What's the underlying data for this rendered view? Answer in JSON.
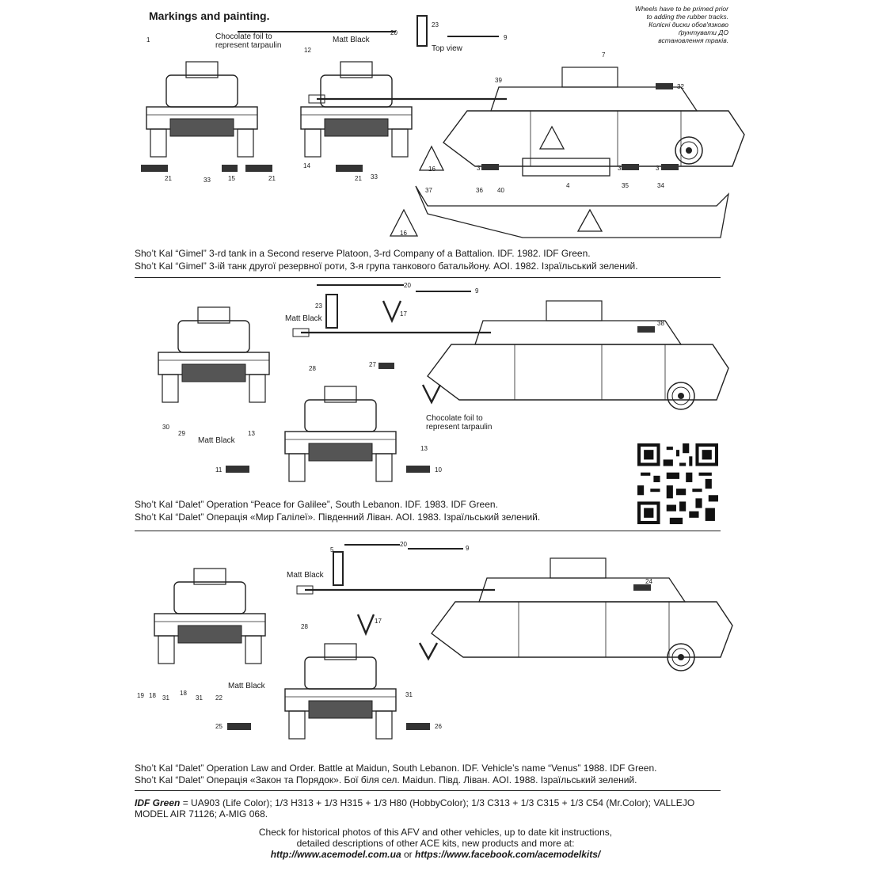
{
  "header": {
    "title": "Markings and painting.",
    "note_lines": [
      "Wheels have to be primed prior",
      "to adding the rubber tracks.",
      "Колісні диски обов'язково",
      "ґрунтувати ДО",
      "встановлення траків."
    ]
  },
  "panel1": {
    "callouts": {
      "chocolate": [
        "Chocolate foil to",
        "represent tarpaulin"
      ],
      "matt_black": "Matt Black",
      "top_view": "Top view"
    },
    "numbers": [
      "1",
      "12",
      "20",
      "23",
      "9",
      "7",
      "39",
      "32",
      "21",
      "33",
      "15",
      "21",
      "14",
      "21",
      "33",
      "16",
      "3",
      "3",
      "3",
      "40",
      "4",
      "35",
      "34",
      "37",
      "36",
      "16"
    ],
    "caption_en": "Sho’t Kal “Gimel” 3-rd tank in a Second reserve Platoon, 3-rd Company of a Battalion. IDF. 1982. IDF Green.",
    "caption_ua": "Sho’t Kal “Gimel” 3-ій танк другої резервної роти, 3-я група танкового батальйону. AOI. 1982. Ізраїльський зелений."
  },
  "panel2": {
    "callouts": {
      "matt_black_top": "Matt Black",
      "matt_black_bottom": "Matt Black",
      "chocolate": [
        "Chocolate foil to",
        "represent tarpaulin"
      ]
    },
    "numbers": [
      "20",
      "9",
      "23",
      "17",
      "38",
      "28",
      "27",
      "30",
      "29",
      "13",
      "13",
      "11",
      "10"
    ],
    "caption_en": "Sho’t Kal “Dalet” Operation “Peace for Galilee”, South Lebanon. IDF. 1983. IDF Green.",
    "caption_ua": "Sho’t Kal “Dalet” Операція «Мир Галілеї». Південний Ліван. AOI. 1983. Ізраїльський зелений."
  },
  "panel3": {
    "callouts": {
      "matt_black_top": "Matt Black",
      "matt_black_bottom": "Matt Black"
    },
    "numbers": [
      "5",
      "20",
      "9",
      "24",
      "17",
      "28",
      "19",
      "18",
      "31",
      "18",
      "31",
      "22",
      "31",
      "25",
      "26"
    ],
    "caption_en": "Sho’t Kal “Dalet” Operation Law and Order. Battle at Maidun, South Lebanon. IDF. Vehicle’s name “Venus” 1988. IDF Green.",
    "caption_ua": "Sho’t Kal “Dalet” Операція «Закон та Порядок». Бої біля сел. Maidun. Півд. Ліван. AOI. 1988. Ізраїльський зелений."
  },
  "paint": {
    "label": "IDF Green",
    "recipe": " = UA903 (Life Color); 1/3 H313 + 1/3 H315 + 1/3 H80 (HobbyColor); 1/3 C313 + 1/3 C315 + 1/3 C54 (Mr.Color); VALLEJO MODEL AIR 71126; A-MIG 068."
  },
  "footer": {
    "line1": "Check for historical photos of this AFV and  other vehicles, up to date kit instructions,",
    "line2": "detailed descriptions of other ACE kits, new products and more at:",
    "url1": "http://www.acemodel.com.ua",
    "or": " or ",
    "url2": "https://www.facebook.com/acemodelkits/"
  },
  "colors": {
    "ink": "#1a1a1a",
    "decal_dark": "#333333",
    "paper": "#ffffff"
  }
}
